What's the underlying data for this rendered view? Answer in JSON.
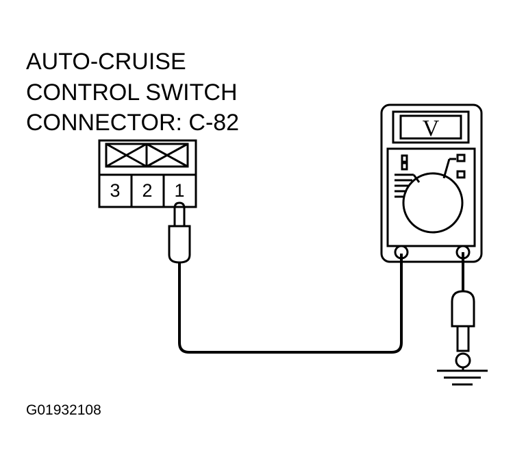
{
  "title": {
    "line1": "AUTO-CRUISE",
    "line2": "CONTROL SWITCH",
    "line3": "CONNECTOR: C-82"
  },
  "connector": {
    "pins": [
      "3",
      "2",
      "1"
    ]
  },
  "meter": {
    "display": "V"
  },
  "figure_id": "G01932108"
}
